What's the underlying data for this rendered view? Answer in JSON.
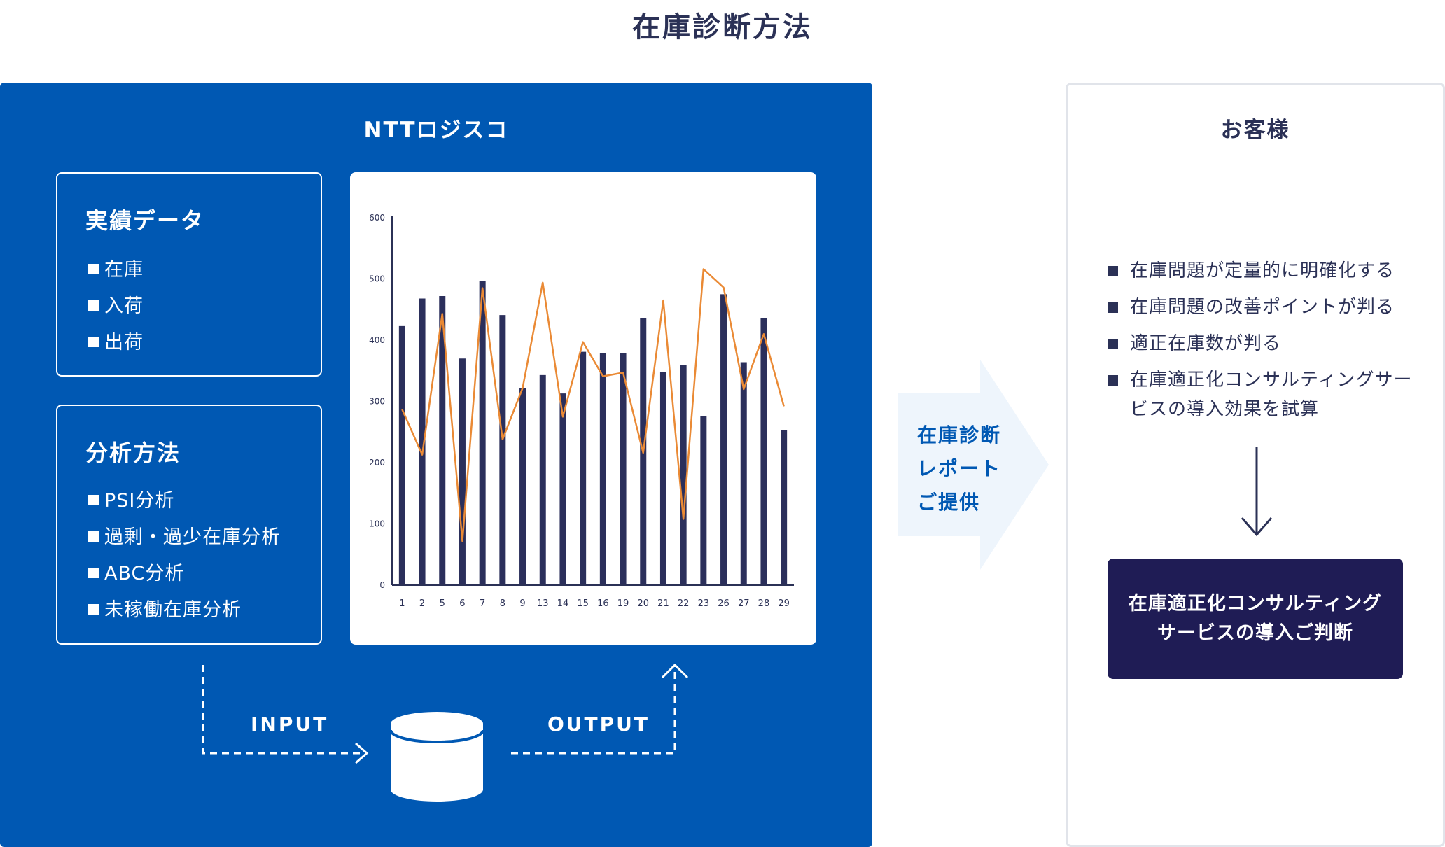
{
  "title": "在庫診断方法",
  "left_panel": {
    "title": "NTTロジスコ",
    "data_box": {
      "heading": "実績データ",
      "items": [
        "在庫",
        "入荷",
        "出荷"
      ]
    },
    "method_box": {
      "heading": "分析方法",
      "items": [
        "PSI分析",
        "過剰・過少在庫分析",
        "ABC分析",
        "未稼働在庫分析"
      ]
    },
    "flow": {
      "input_label": "INPUT",
      "output_label": "OUTPUT"
    }
  },
  "arrow_label": {
    "line1": "在庫診断",
    "line2": "レポート",
    "line3": "ご提供"
  },
  "right_panel": {
    "title": "お客様",
    "benefits": [
      "在庫問題が定量的に明確化する",
      "在庫問題の改善ポイントが判る",
      "適正在庫数が判る",
      "在庫適正化コンサルティングサービスの導入効果を試算"
    ],
    "decision_line1": "在庫適正化コンサルティング",
    "decision_line2": "サービスの導入ご判断"
  },
  "colors": {
    "panel_blue": "#0058b3",
    "bar_navy": "#2b2f5b",
    "line_orange": "#ea8a35",
    "decision_navy": "#1f1c55",
    "arrow_light": "#eef5fc"
  },
  "chart_data": {
    "type": "bar",
    "categories": [
      "1",
      "2",
      "5",
      "6",
      "7",
      "8",
      "9",
      "13",
      "14",
      "15",
      "16",
      "19",
      "20",
      "21",
      "22",
      "23",
      "26",
      "27",
      "28",
      "29"
    ],
    "ylim": [
      0,
      600
    ],
    "yticks": [
      0,
      100,
      200,
      300,
      400,
      500,
      600
    ],
    "series": [
      {
        "type": "bar",
        "values": [
          423,
          468,
          472,
          370,
          496,
          441,
          322,
          343,
          313,
          381,
          379,
          379,
          436,
          348,
          360,
          276,
          475,
          364,
          436,
          253
        ]
      },
      {
        "type": "line",
        "values": [
          287,
          213,
          443,
          72,
          485,
          238,
          322,
          494,
          275,
          397,
          341,
          347,
          216,
          465,
          108,
          516,
          486,
          320,
          410,
          292
        ]
      }
    ]
  }
}
